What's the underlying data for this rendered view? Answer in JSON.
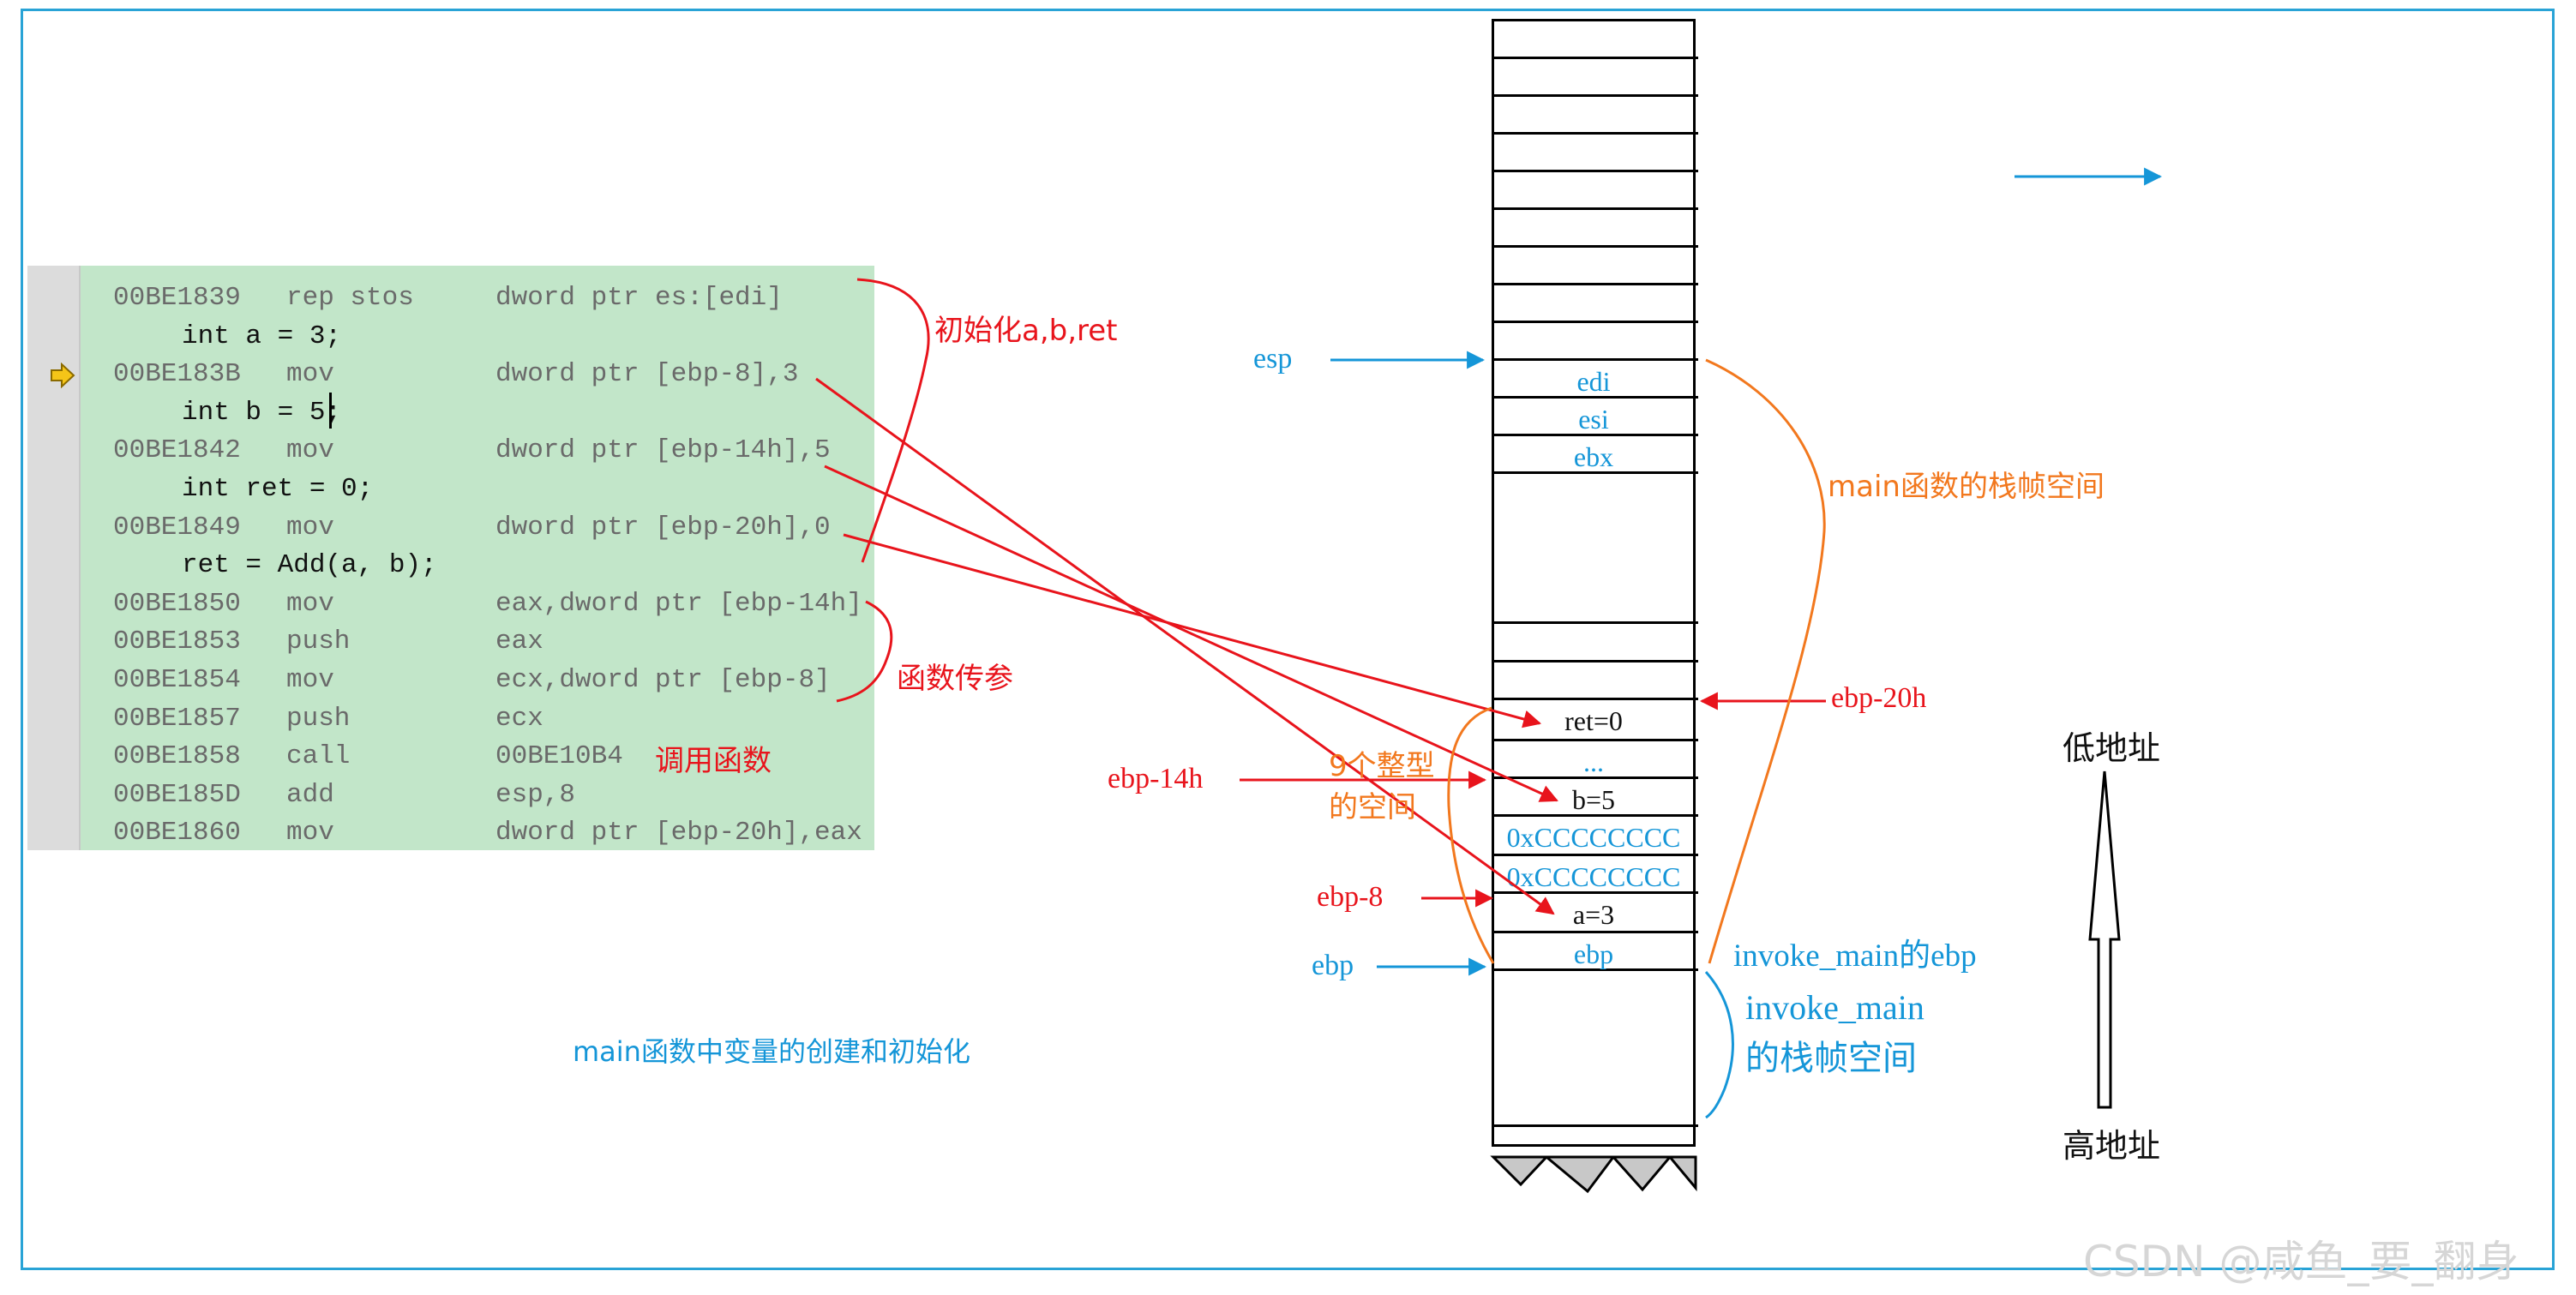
{
  "colors": {
    "blue": "#1596d8",
    "red": "#e8141c",
    "orange": "#f2781e",
    "code_bg": "#c2e6c9"
  },
  "code_lines": [
    {
      "type": "asm",
      "addr": "00BE1839",
      "op": "rep stos",
      "arg": "dword ptr es:[edi]"
    },
    {
      "type": "src",
      "text": "int a = 3;"
    },
    {
      "type": "asm",
      "addr": "00BE183B",
      "op": "mov",
      "arg": "dword ptr [ebp-8],3"
    },
    {
      "type": "src",
      "text": "int b = 5;"
    },
    {
      "type": "asm",
      "addr": "00BE1842",
      "op": "mov",
      "arg": "dword ptr [ebp-14h],5"
    },
    {
      "type": "src",
      "text": "int ret = 0;"
    },
    {
      "type": "asm",
      "addr": "00BE1849",
      "op": "mov",
      "arg": "dword ptr [ebp-20h],0"
    },
    {
      "type": "src",
      "text": "ret = Add(a, b);"
    },
    {
      "type": "asm",
      "addr": "00BE1850",
      "op": "mov",
      "arg": "eax,dword ptr [ebp-14h]"
    },
    {
      "type": "asm",
      "addr": "00BE1853",
      "op": "push",
      "arg": "eax"
    },
    {
      "type": "asm",
      "addr": "00BE1854",
      "op": "mov",
      "arg": "ecx,dword ptr [ebp-8]"
    },
    {
      "type": "asm",
      "addr": "00BE1857",
      "op": "push",
      "arg": "ecx"
    },
    {
      "type": "asm",
      "addr": "00BE1858",
      "op": "call",
      "arg": "00BE10B4"
    },
    {
      "type": "asm",
      "addr": "00BE185D",
      "op": "add",
      "arg": "esp,8"
    },
    {
      "type": "asm",
      "addr": "00BE1860",
      "op": "mov",
      "arg": "dword ptr [ebp-20h],eax"
    }
  ],
  "stack_cells": {
    "edi": "edi",
    "esi": "esi",
    "ebx": "ebx",
    "ret": "ret=0",
    "dots": "...",
    "b": "b=5",
    "cc1": "0xCCCCCCCC",
    "cc2": "0xCCCCCCCC",
    "a": "a=3",
    "ebp": "ebp"
  },
  "labels": {
    "init": "初始化a,b,ret",
    "pass_params": "函数传参",
    "call_func": "调用函数",
    "esp": "esp",
    "main_frame": "main函数的栈帧空间",
    "ebp_20h": "ebp-20h",
    "ebp_14h": "ebp-14h",
    "nine_ints_1": "9个整型",
    "nine_ints_2": "的空间",
    "ebp_8": "ebp-8",
    "ebp": "ebp",
    "invoke_main_ebp": "invoke_main的ebp",
    "invoke_main_1": "invoke_main",
    "invoke_main_2": "的栈帧空间",
    "caption": "main函数中变量的创建和初始化",
    "low_addr": "低地址",
    "high_addr": "高地址",
    "watermark": "CSDN @咸鱼_要_翻身"
  }
}
